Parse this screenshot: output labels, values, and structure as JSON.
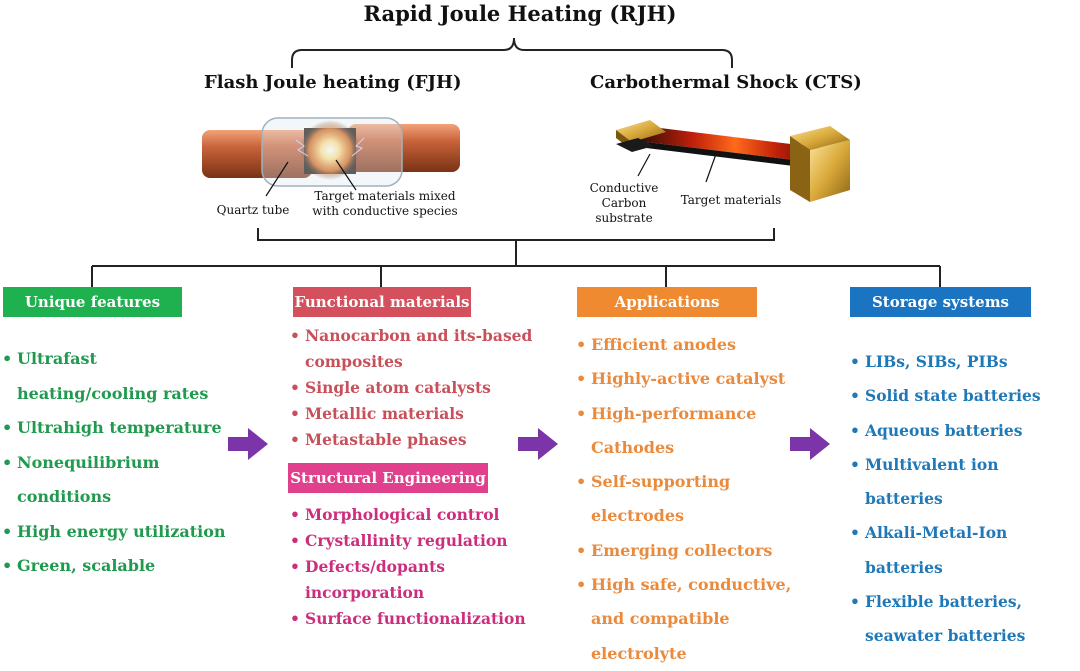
{
  "title": "Rapid Joule Heating (RJH)",
  "fjh": {
    "title": "Flash Joule heating (FJH)",
    "label_tube": "Quartz tube",
    "label_target": "Target materials mixed with conductive species"
  },
  "cts": {
    "title": "Carbothermal Shock (CTS)",
    "label_substrate": "Conductive Carbon substrate",
    "label_target": "Target materials"
  },
  "sections": {
    "features": {
      "header": "Unique features",
      "color": "#1fb04f",
      "items": [
        "Ultrafast heating/cooling rates",
        "Ultrahigh temperature",
        "Nonequilibrium conditions",
        "High energy utilization",
        "Green, scalable"
      ]
    },
    "functional": {
      "header": "Functional materials",
      "color": "#d4505d",
      "items": [
        "Nanocarbon and its-based composites",
        "Single atom catalysts",
        "Metallic materials",
        "Metastable phases"
      ]
    },
    "structural": {
      "header": "Structural Engineering",
      "color": "#e0408c",
      "items": [
        "Morphological control",
        "Crystallinity regulation",
        "Defects/dopants incorporation",
        "Surface functionalization"
      ]
    },
    "applications": {
      "header": "Applications",
      "color": "#f08a30",
      "items": [
        "Efficient anodes",
        "Highly-active catalyst",
        "High-performance Cathodes",
        "Self-supporting electrodes",
        "Emerging collectors",
        "High safe, conductive, and compatible electrolyte"
      ]
    },
    "storage": {
      "header": "Storage systems",
      "color": "#1b74c2",
      "items": [
        "LIBs, SIBs, PIBs",
        "Solid state batteries",
        "Aqueous batteries",
        "Multivalent ion batteries",
        "Alkali-Metal-Ion batteries",
        "Flexible batteries, seawater batteries"
      ]
    }
  },
  "colors": {
    "arrow": "#7b35a8",
    "connector": "#222222"
  }
}
